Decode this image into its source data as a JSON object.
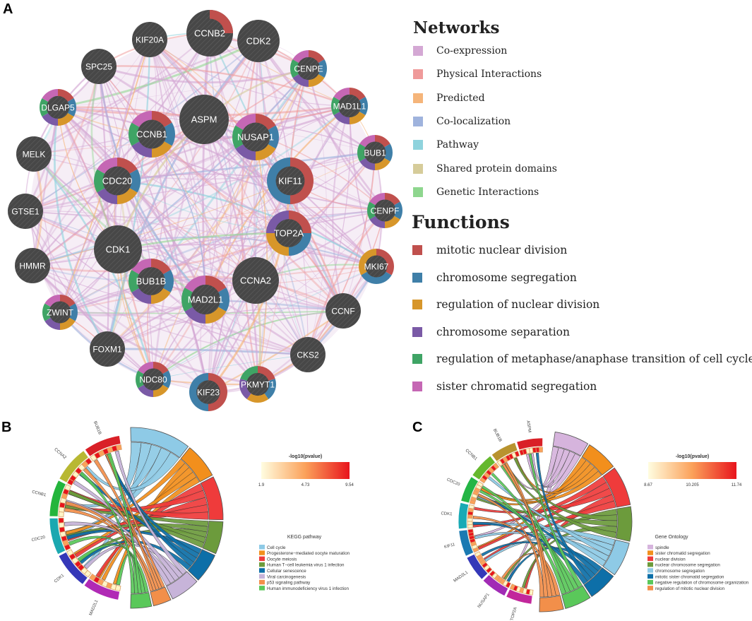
{
  "panels": {
    "a": "A",
    "b": "B",
    "c": "C"
  },
  "network_legend": {
    "title": "Networks",
    "items": [
      {
        "label": "Co-expression",
        "color": "#d4a8d4"
      },
      {
        "label": "Physical Interactions",
        "color": "#ef9a9a"
      },
      {
        "label": "Predicted",
        "color": "#f5b57a"
      },
      {
        "label": "Co-localization",
        "color": "#9fb3dd"
      },
      {
        "label": "Pathway",
        "color": "#8fd3dd"
      },
      {
        "label": "Shared protein domains",
        "color": "#d6cc9a"
      },
      {
        "label": "Genetic Interactions",
        "color": "#8ed68e"
      }
    ]
  },
  "function_legend": {
    "title": "Functions",
    "items": [
      {
        "label": "mitotic nuclear division",
        "color": "#c0504d"
      },
      {
        "label": "chromosome segregation",
        "color": "#3f7fa8"
      },
      {
        "label": "regulation of nuclear division",
        "color": "#d7962a"
      },
      {
        "label": "chromosome separation",
        "color": "#7a5aa6"
      },
      {
        "label": "regulation of metaphase/anaphase transition of cell cycle",
        "color": "#3fa465"
      },
      {
        "label": "sister chromatid segregation",
        "color": "#c567b4"
      }
    ]
  },
  "network_nodes": [
    {
      "label": "CCNB2",
      "funcs": [
        0
      ]
    },
    {
      "label": "CDK2",
      "funcs": []
    },
    {
      "label": "CENPE",
      "funcs": [
        0,
        1,
        2,
        3,
        4,
        5
      ]
    },
    {
      "label": "MAD1L1",
      "funcs": [
        0,
        1,
        2,
        3,
        4,
        5
      ]
    },
    {
      "label": "BUB1",
      "funcs": [
        0,
        1,
        2,
        3,
        4,
        5
      ]
    },
    {
      "label": "CENPF",
      "funcs": [
        0,
        1,
        2,
        3,
        4,
        5
      ]
    },
    {
      "label": "MKI67",
      "funcs": [
        0,
        1,
        2
      ]
    },
    {
      "label": "CCNF",
      "funcs": []
    },
    {
      "label": "CKS2",
      "funcs": []
    },
    {
      "label": "PKMYT1",
      "funcs": [
        0,
        1,
        2,
        3,
        4
      ]
    },
    {
      "label": "KIF23",
      "funcs": [
        0,
        1
      ]
    },
    {
      "label": "NDC80",
      "funcs": [
        0,
        1,
        2,
        3,
        4,
        5
      ]
    },
    {
      "label": "FOXM1",
      "funcs": []
    },
    {
      "label": "ZWINT",
      "funcs": [
        0,
        1,
        2,
        3,
        4,
        5
      ]
    },
    {
      "label": "HMMR",
      "funcs": []
    },
    {
      "label": "GTSE1",
      "funcs": []
    },
    {
      "label": "MELK",
      "funcs": []
    },
    {
      "label": "DLGAP5",
      "funcs": [
        0,
        1,
        2,
        3,
        4,
        5
      ]
    },
    {
      "label": "SPC25",
      "funcs": []
    },
    {
      "label": "KIF20A",
      "funcs": []
    },
    {
      "label": "ASPM",
      "funcs": []
    },
    {
      "label": "NUSAP1",
      "funcs": [
        0,
        1,
        2,
        3,
        4,
        5
      ]
    },
    {
      "label": "KIF11",
      "funcs": [
        0,
        1
      ]
    },
    {
      "label": "TOP2A",
      "funcs": [
        0,
        1,
        2,
        3
      ]
    },
    {
      "label": "CCNA2",
      "funcs": []
    },
    {
      "label": "MAD2L1",
      "funcs": [
        0,
        1,
        2,
        3,
        4,
        5
      ]
    },
    {
      "label": "BUB1B",
      "funcs": [
        0,
        1,
        2,
        3,
        4,
        5
      ]
    },
    {
      "label": "CDK1",
      "funcs": []
    },
    {
      "label": "CDC20",
      "funcs": [
        0,
        1,
        2,
        3,
        4,
        5
      ]
    },
    {
      "label": "CCNB1",
      "funcs": [
        0,
        1,
        2,
        3,
        4,
        5
      ]
    }
  ],
  "kegg_panel": {
    "genes": [
      "MAD2L1",
      "CDK1",
      "CDC20",
      "CCNB1",
      "CCNA2",
      "BUB1B"
    ],
    "gene_colors": [
      "#b02ab5",
      "#3537b8",
      "#1ba8b0",
      "#24b53c",
      "#b8b832",
      "#d92027"
    ],
    "colorbar": {
      "title": "-log10(pvalue)",
      "min": "1.9",
      "mid": "4.73",
      "max": "9.54"
    },
    "legend_title": "KEGG pathway",
    "terms": [
      {
        "label": "Cell cycle",
        "color": "#8ecae6"
      },
      {
        "label": "Progesterone−mediated oocyte maturation",
        "color": "#f28f1c"
      },
      {
        "label": "Oocyte meiosis",
        "color": "#ef3b3b"
      },
      {
        "label": "Human T−cell leukemia virus 1 infection",
        "color": "#6c9b3c"
      },
      {
        "label": "Cellular senescence",
        "color": "#0d6fa8"
      },
      {
        "label": "Viral carcinogenesis",
        "color": "#c7b4d9"
      },
      {
        "label": "p53 signaling pathway",
        "color": "#f28f4a"
      },
      {
        "label": "Human immunodeficiency virus 1 infection",
        "color": "#5ac85a"
      }
    ]
  },
  "go_panel": {
    "genes": [
      "TOP2A",
      "NUSAP1",
      "MAD2L1",
      "KIF11",
      "CDK1",
      "CDC20",
      "CCNB1",
      "BUB1B",
      "ASPM"
    ],
    "gene_colors": [
      "#c2279b",
      "#a12bb5",
      "#3438b8",
      "#1b7ab2",
      "#19aab5",
      "#24b545",
      "#65b82e",
      "#b8932f",
      "#d92027"
    ],
    "colorbar": {
      "title": "-log10(pvalue)",
      "min": "8.67",
      "mid": "10.205",
      "max": "11.74"
    },
    "legend_title": "Gene Ontology",
    "terms": [
      {
        "label": "spindle",
        "color": "#d6b4dd"
      },
      {
        "label": "sister chromatid segregation",
        "color": "#f28f1c"
      },
      {
        "label": "nuclear division",
        "color": "#ef3b3b"
      },
      {
        "label": "nuclear chromosome segregation",
        "color": "#6c9b3c"
      },
      {
        "label": "chromosome segregation",
        "color": "#8ecae6"
      },
      {
        "label": "mitotic sister chromatid segregation",
        "color": "#0d6fa8"
      },
      {
        "label": "negative regulation of chromosome organization",
        "color": "#5ac85a"
      },
      {
        "label": "regulation of mitotic nuclear division",
        "color": "#f28f4a"
      }
    ]
  }
}
